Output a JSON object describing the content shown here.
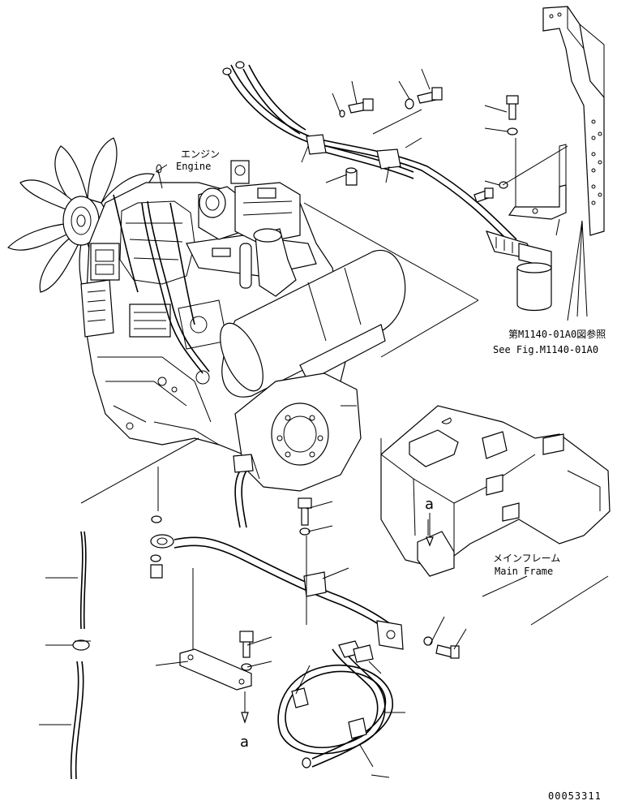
{
  "labels": {
    "engine_jp": "エンジン",
    "engine_en": "Engine",
    "ref_jp": "第M1140-01A0図参照",
    "ref_en": "See Fig.M1140-01A0",
    "frame_jp": "メインフレーム",
    "frame_en": "Main Frame",
    "marker_a_top": "a",
    "marker_a_bottom": "a",
    "drawing_number": "00053311"
  }
}
